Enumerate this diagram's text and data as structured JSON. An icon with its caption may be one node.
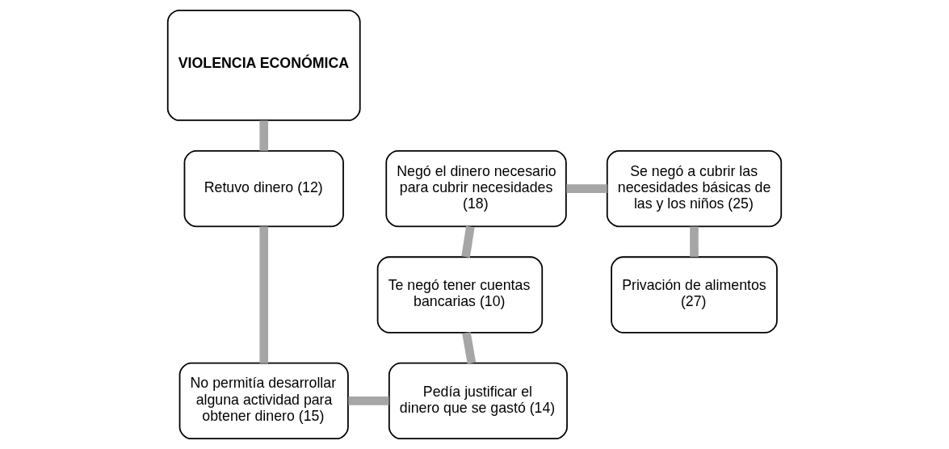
{
  "diagram": {
    "nodes": [
      {
        "text": [
          "VIOLENCIA ECONÓMICA"
        ]
      },
      {
        "text": [
          "Retuvo dinero (12)"
        ]
      },
      {
        "text": [
          "No permitía desarrollar alguna actividad para obtener dinero (15)"
        ]
      },
      {
        "text": [
          "Pedía justificar el dinero que se gastó (14)"
        ]
      },
      {
        "text": [
          "Te negó tener cuentas bancarias (10)"
        ]
      },
      {
        "text": [
          "Negó el dinero necesario para cubrir necesidades (18)"
        ]
      },
      {
        "text": [
          "Se negó a cubrir las necesidades básicas de las y los niños (25)"
        ]
      },
      {
        "text": [
          "Privación de alimentos (27)"
        ]
      }
    ],
    "edges": [
      {
        "from": 0,
        "to": 1,
        "arrow": "none"
      },
      {
        "from": 1,
        "to": 2,
        "arrow": "none"
      },
      {
        "from": 2,
        "to": 3,
        "arrow": "none"
      },
      {
        "from": 3,
        "to": 4,
        "arrow": "none"
      },
      {
        "from": 4,
        "to": 5,
        "arrow": "none"
      },
      {
        "from": 5,
        "to": 6,
        "arrow": "none"
      },
      {
        "from": 6,
        "to": 7,
        "arrow": "none"
      }
    ]
  }
}
